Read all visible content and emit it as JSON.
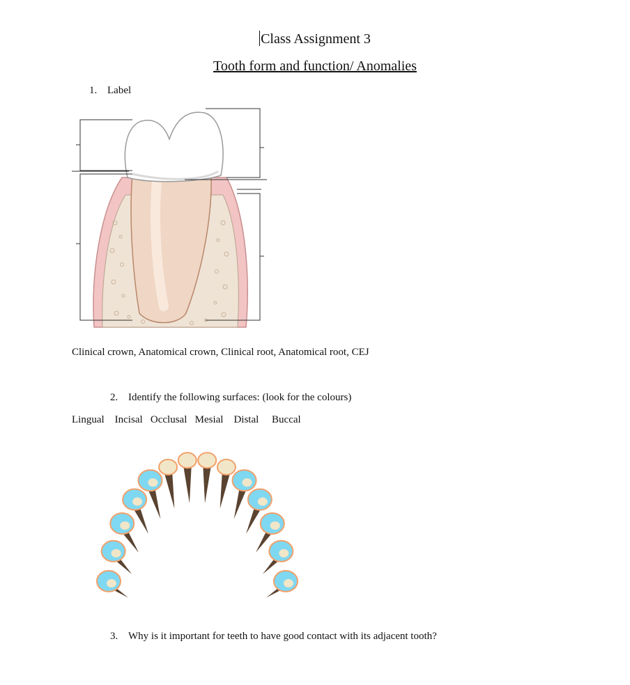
{
  "header": {
    "title": "Class Assignment 3",
    "subtitle": "Tooth form and function/ Anomalies"
  },
  "questions": [
    {
      "number": "1.",
      "text": "Label"
    },
    {
      "number": "2.",
      "text": "Identify the following surfaces: (look for the colours)"
    },
    {
      "number": "3.",
      "text": "Why is it important for teeth to have good contact with its adjacent tooth?"
    }
  ],
  "label_terms": "Clinical crown, Anatomical crown, Clinical root, Anatomical root, CEJ",
  "surfaces": [
    "Lingual",
    "Incisal",
    "Occlusal",
    "Mesial",
    "Distal",
    "Buccal"
  ],
  "colors": {
    "gingiva": "#f2c4c4",
    "bone": "#efe3d6",
    "enamel": "#ffffff",
    "root": "#f0d6c4",
    "surface_blue": "#7fd8f2",
    "surface_orange": "#f2a06a"
  }
}
